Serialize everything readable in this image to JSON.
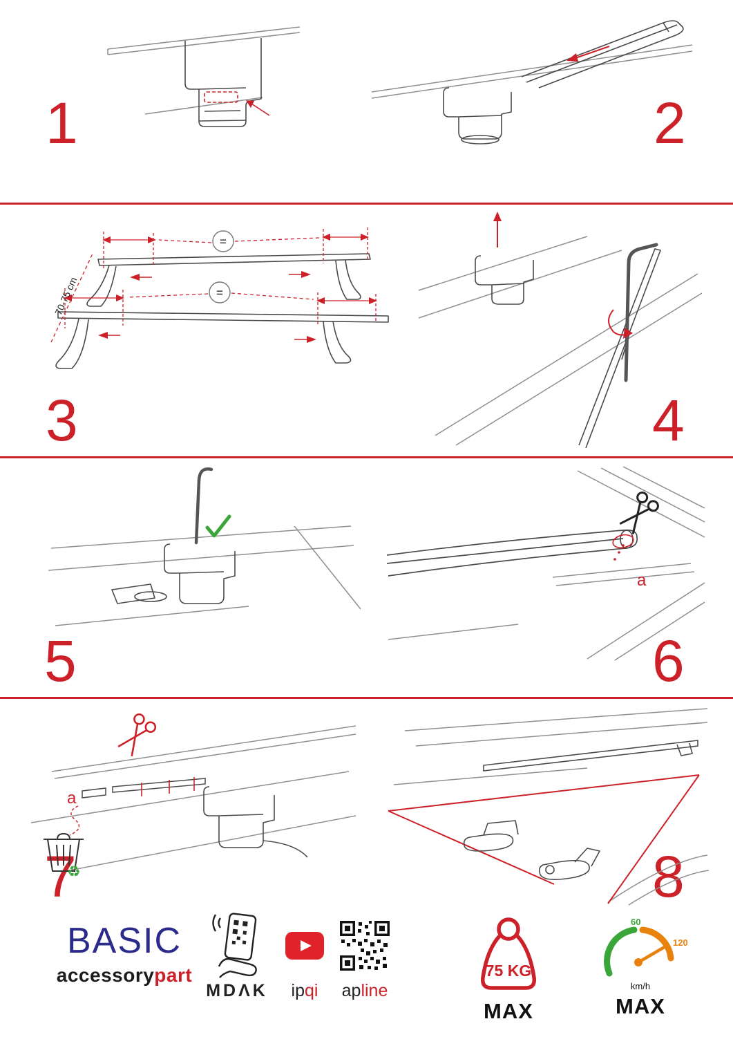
{
  "colors": {
    "accent_red": "#cc2129",
    "brand_navy": "#2b2b8a",
    "green": "#3aa63a",
    "orange": "#e8820c",
    "youtube_red": "#e0232a"
  },
  "steps": [
    {
      "number": "1"
    },
    {
      "number": "2"
    },
    {
      "number": "3"
    },
    {
      "number": "4"
    },
    {
      "number": "5"
    },
    {
      "number": "6"
    },
    {
      "number": "7"
    },
    {
      "number": "8"
    }
  ],
  "step3": {
    "equals": "=",
    "measure_label": "70-75 cm"
  },
  "step6": {
    "label_a": "a"
  },
  "step7": {
    "label_a": "a"
  },
  "icons": {
    "recycle": "♻"
  },
  "footer": {
    "brand_title": "BASIC",
    "brand_sub_black": "accessory",
    "brand_sub_red": "part",
    "logo_mdak": "MDΛK",
    "logo_ipqi_black": "ip",
    "logo_ipqi_red": "qi",
    "logo_apline_black": "ap",
    "logo_apline_red": "line",
    "weight_value": "75 KG",
    "weight_max_label": "MAX",
    "speed_min": "60",
    "speed_max_value": "120",
    "speed_unit": "km/h",
    "speed_max_label": "MAX"
  }
}
